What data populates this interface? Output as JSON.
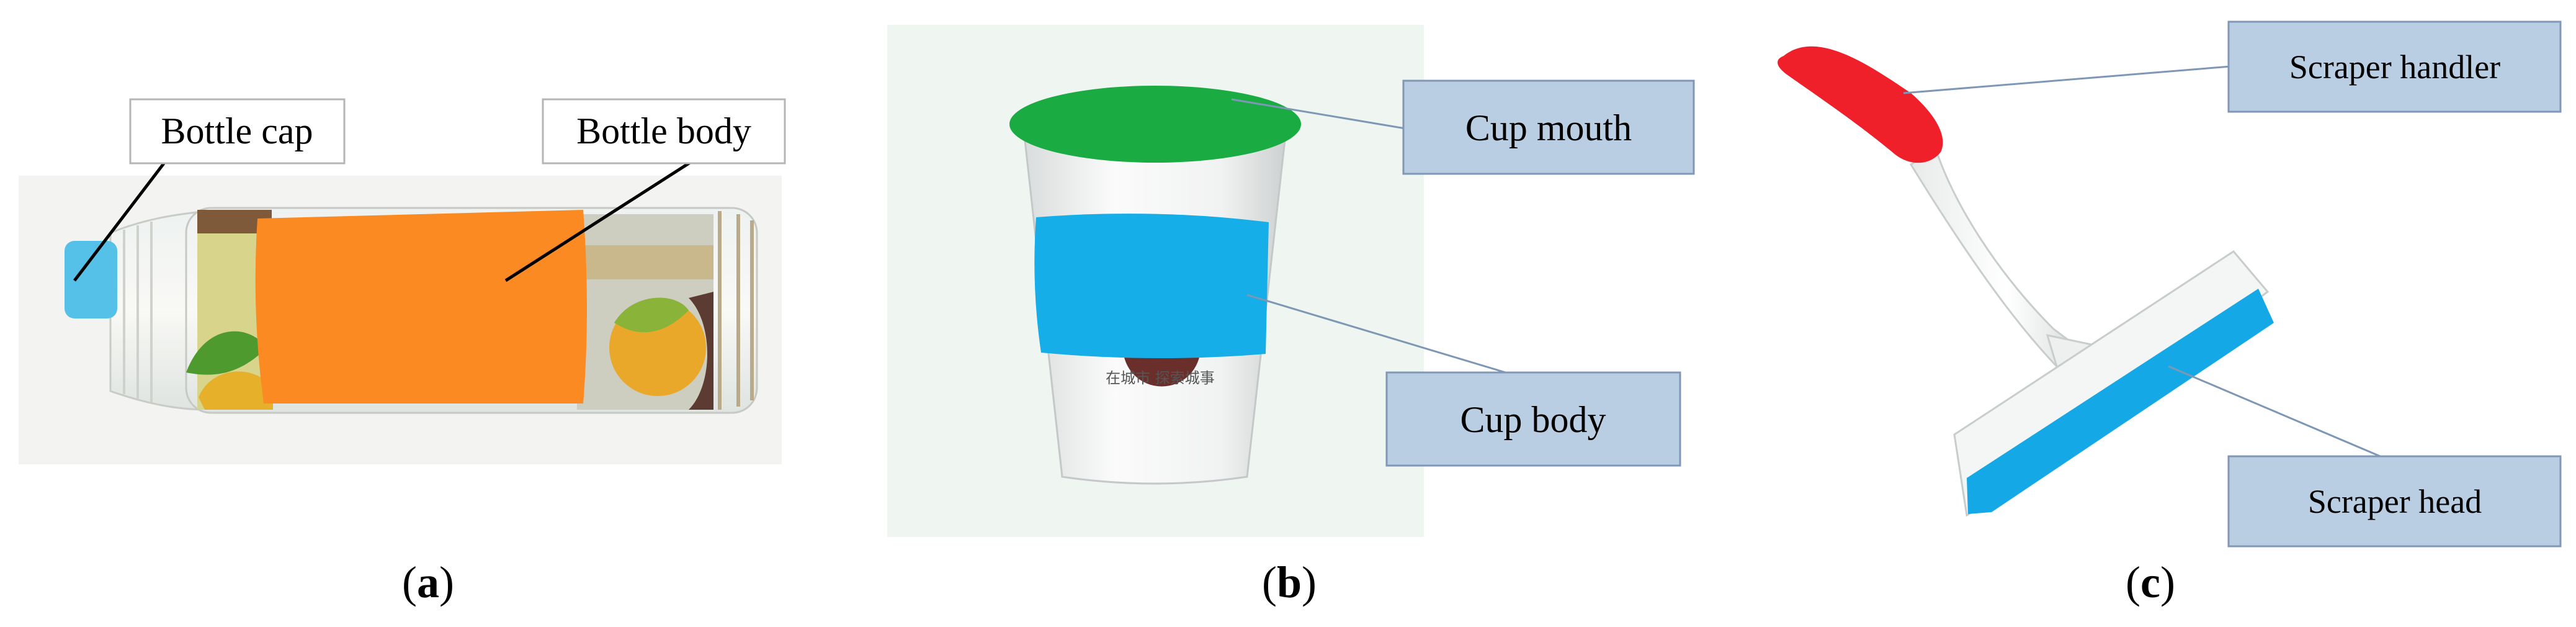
{
  "panels": [
    {
      "caption_open": "(",
      "caption_letter": "a",
      "caption_close": ")",
      "labels": [
        "Bottle cap",
        "Bottle body"
      ]
    },
    {
      "caption_open": "(",
      "caption_letter": "b",
      "caption_close": ")",
      "labels": [
        "Cup mouth",
        "Cup body"
      ],
      "print_text": "在城市 探索城事"
    },
    {
      "caption_open": "(",
      "caption_letter": "c",
      "caption_close": ")",
      "labels": [
        "Scraper handler",
        "Scraper head"
      ]
    }
  ],
  "colors": {
    "bottle_cap_mask": "#55c1e8",
    "bottle_body_mask": "#fb8a23",
    "cup_mouth_mask": "#1aab42",
    "cup_body_mask": "#15aee9",
    "scraper_handle_mask": "#ef2029",
    "scraper_head_mask": "#14a9e6",
    "callout_box_fill": "#b9cde3",
    "callout_box_border": "#8098b5",
    "plain_box_fill": "#ffffff",
    "plain_box_border": "#b5b5b5",
    "leader_line_b_c": "#7e97b5"
  }
}
